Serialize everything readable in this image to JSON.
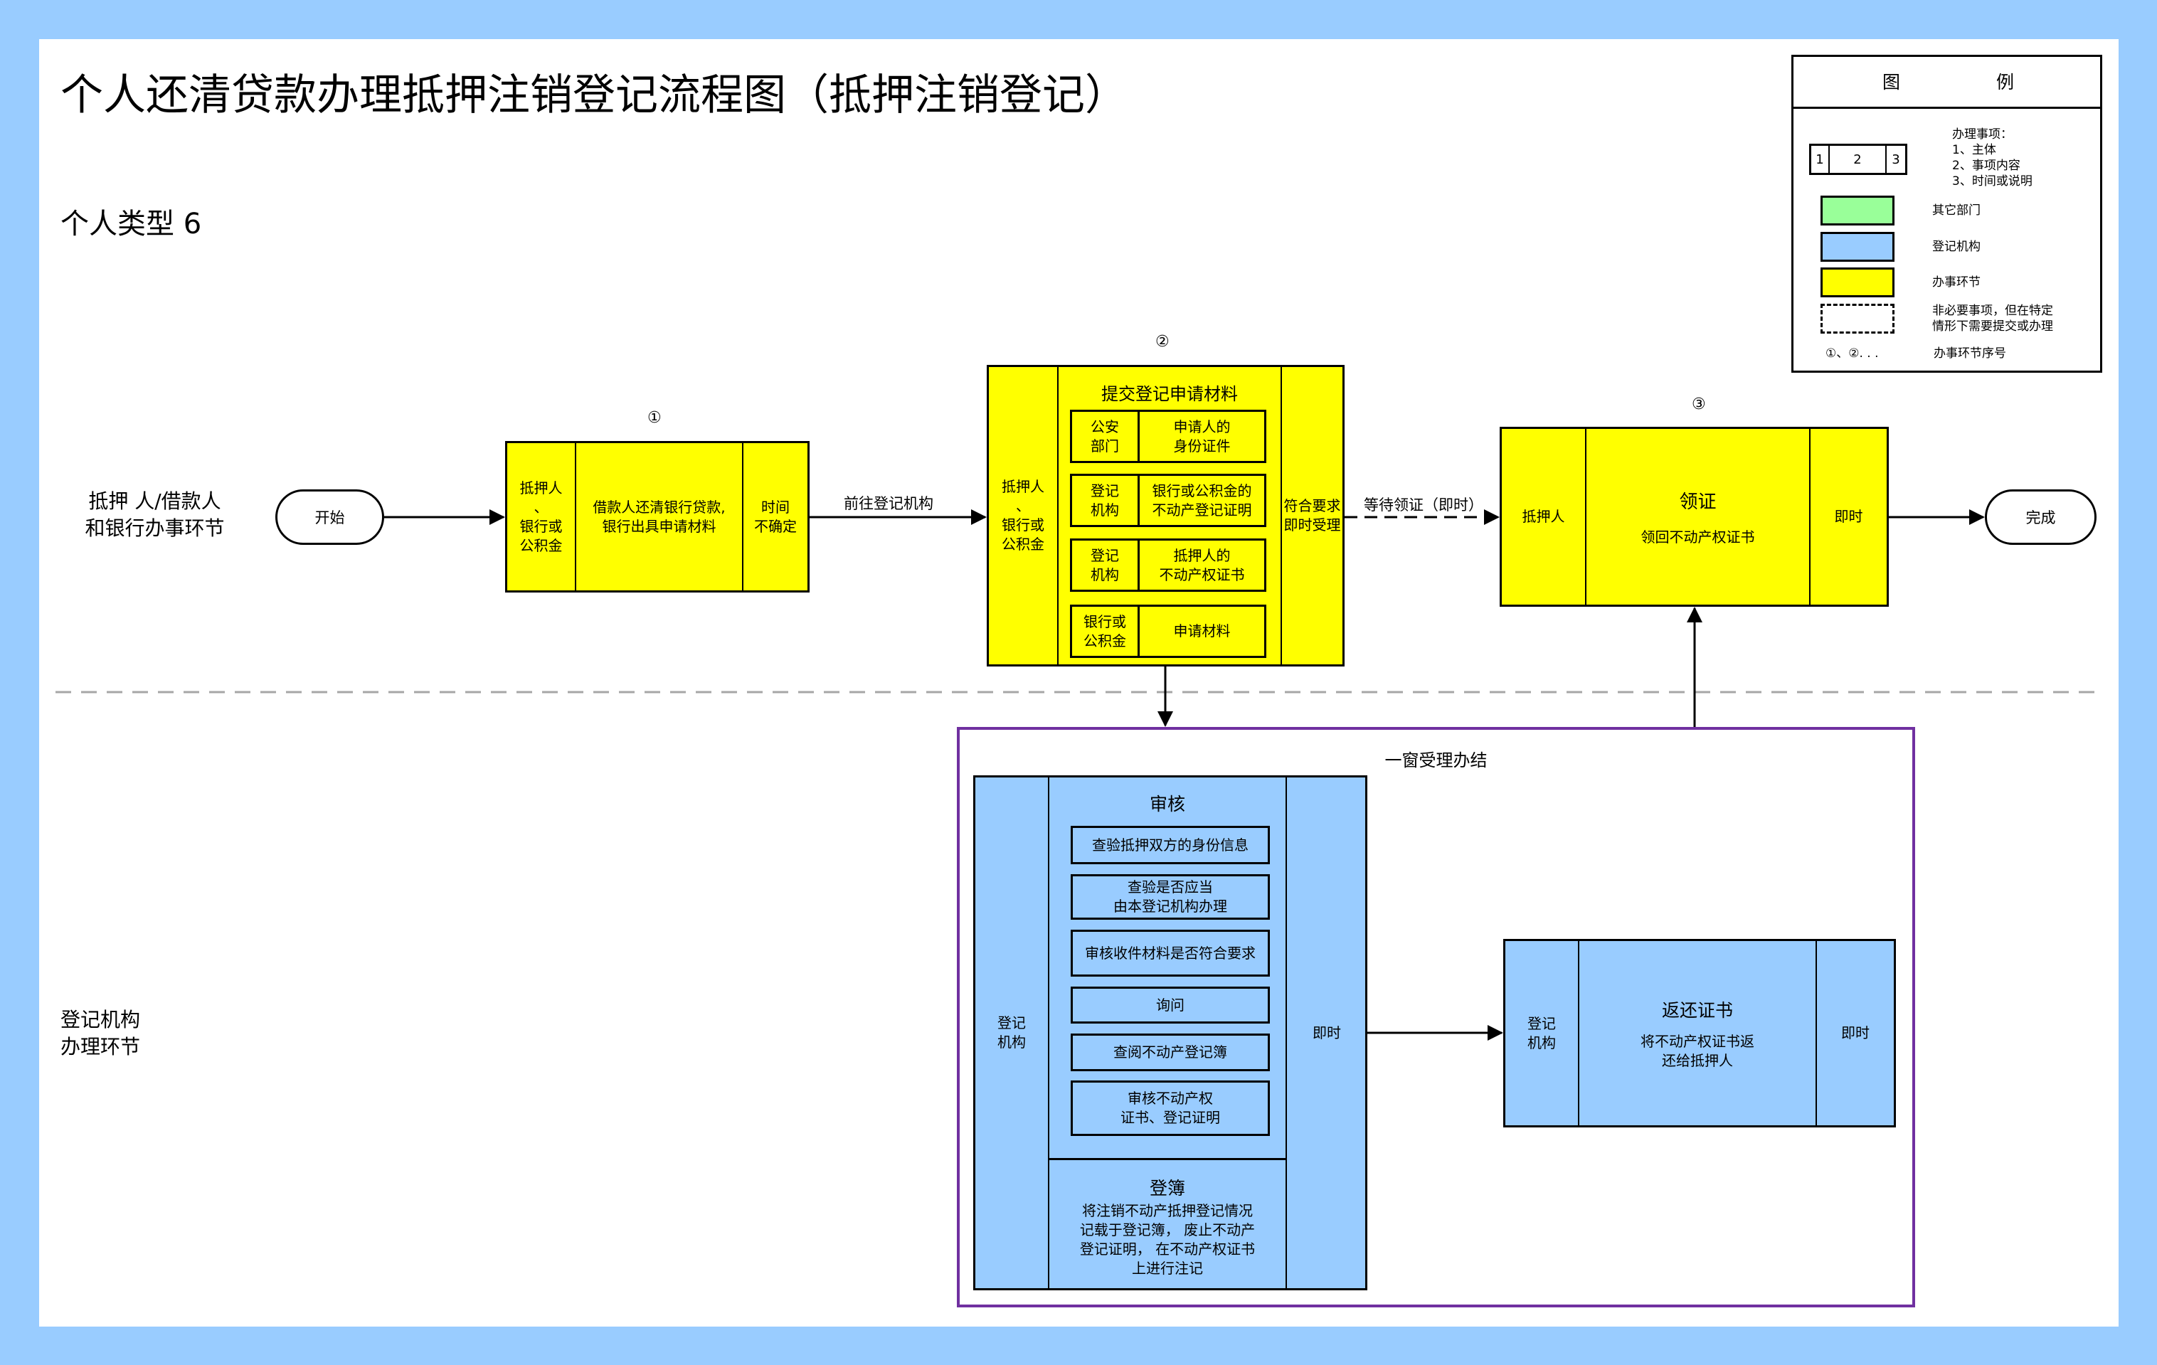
{
  "title": "个人还清贷款办理抵押注销登记流程图（抵押注销登记）",
  "subtitle": "个人类型 6",
  "lanes": {
    "top": "抵押 人/借款人\n和银行办事环节",
    "bottom": "登记机构\n办理环节"
  },
  "start_label": "开始",
  "end_label": "完成",
  "colors": {
    "frame": "#99ccff",
    "step_yellow": "#ffff00",
    "registry_blue": "#99ccff",
    "other_dept_green": "#99ff99",
    "one_window_border": "#7030a0",
    "lane_divider": "#a6a6a6"
  },
  "step1": {
    "number": "①",
    "actor": "抵押人\n、\n银行或\n公积金",
    "content": "借款人还清银行贷款,\n银行出具申请材料",
    "time": "时间\n不确定"
  },
  "edge_1_2": "前往登记机构",
  "step2": {
    "number": "②",
    "actor": "抵押人\n、\n银行或\n公积金",
    "heading": "提交登记申请材料",
    "materials": [
      {
        "source": "公安\n部门",
        "item": "申请人的\n身份证件"
      },
      {
        "source": "登记\n机构",
        "item": "银行或公积金的\n不动产登记证明"
      },
      {
        "source": "登记\n机构",
        "item": "抵押人的\n不动产权证书"
      },
      {
        "source": "银行或\n公积金",
        "item": "申请材料"
      }
    ],
    "time": "符合要求\n即时受理"
  },
  "edge_2_3": "等待领证（即时）",
  "step3": {
    "number": "③",
    "actor": "抵押人",
    "heading": "领证",
    "content": "领回不动产权证书",
    "time": "即时"
  },
  "one_window": {
    "title": "一窗受理办结",
    "review": {
      "actor": "登记\n机构",
      "heading": "审核",
      "checks": [
        "查验抵押双方的身份信息",
        "查验是否应当\n由本登记机构办理",
        "审核收件材料是否符合要求",
        "询问",
        "查阅不动产登记簿",
        "审核不动产权\n证书、登记证明"
      ],
      "record_heading": "登簿",
      "record_content": "将注销不动产抵押登记情况\n记载于登记簿， 废止不动产\n登记证明， 在不动产权证书\n上进行注记",
      "time": "即时"
    },
    "return": {
      "actor": "登记\n机构",
      "heading": "返还证书",
      "content": "将不动产权证书返\n还给抵押人",
      "time": "即时"
    }
  },
  "legend": {
    "title_left": "图",
    "title_right": "例",
    "sample_cells": [
      "1",
      "2",
      "3"
    ],
    "sample_desc": "办理事项：\n1、主体\n2、事项内容\n3、时间或说明",
    "items": [
      {
        "label": "其它部门",
        "kind": "green"
      },
      {
        "label": "登记机构",
        "kind": "blue"
      },
      {
        "label": "办事环节",
        "kind": "yellow"
      },
      {
        "label": "非必要事项，但在特定\n情形下需要提交或办理",
        "kind": "dashed"
      }
    ],
    "seq_sample": "①、②. . .",
    "seq_label": "办事环节序号"
  }
}
